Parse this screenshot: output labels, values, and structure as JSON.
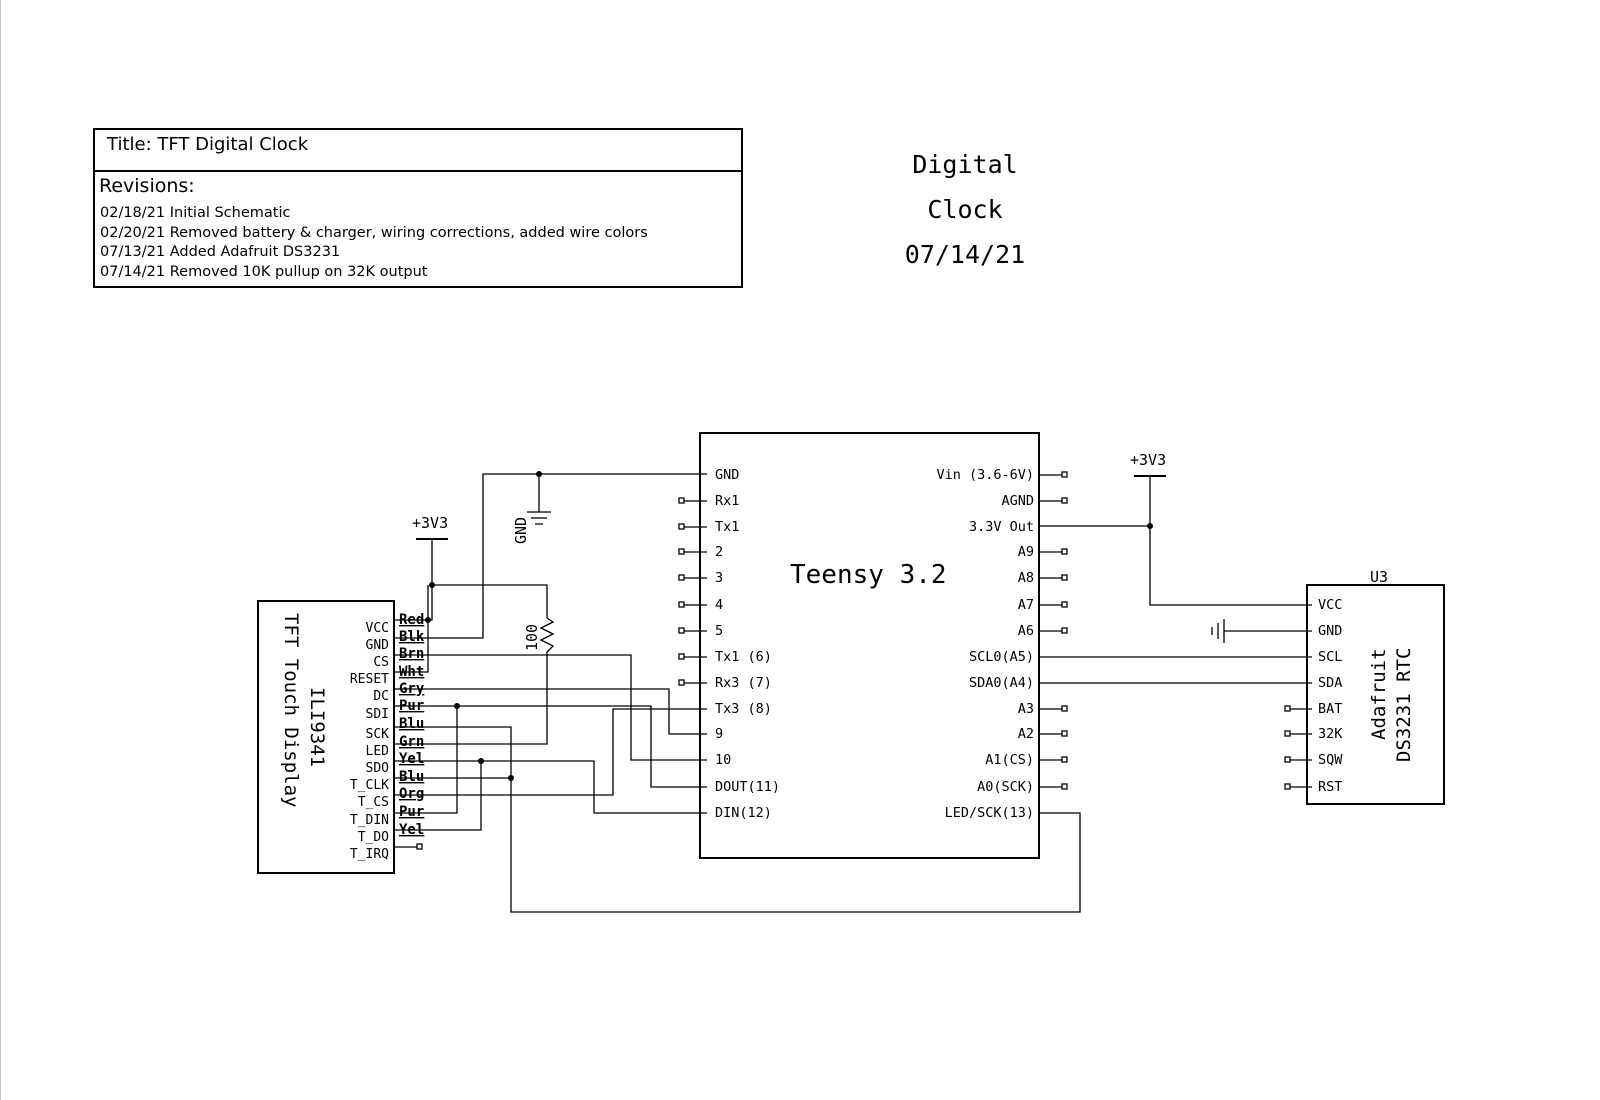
{
  "title_block": {
    "title": "Title: TFT Digital Clock",
    "revisions_label": "Revisions:",
    "revisions": [
      "02/18/21 Initial Schematic",
      "02/20/21 Removed battery & charger, wiring corrections, added wire colors",
      "07/13/21 Added Adafruit DS3231",
      "07/14/21 Removed 10K pullup on 32K output"
    ]
  },
  "sheet": {
    "name": "Digital Clock",
    "date": "07/14/21"
  },
  "teensy": {
    "name": "Teensy 3.2",
    "left_pins": [
      "GND",
      "Rx1",
      "Tx1",
      "2",
      "3",
      "4",
      "5",
      "Tx1 (6)",
      "Rx3 (7)",
      "Tx3 (8)",
      "9",
      "10",
      "DOUT(11)",
      "DIN(12)"
    ],
    "right_pins": [
      "Vin (3.6-6V)",
      "AGND",
      "3.3V Out",
      "A9",
      "A8",
      "A7",
      "A6",
      "SCL0(A5)",
      "SDA0(A4)",
      "A3",
      "A2",
      "A1(CS)",
      "A0(SCK)",
      "LED/SCK(13)"
    ]
  },
  "display": {
    "name_line1": "ILI9341",
    "name_line2": "TFT Touch Display",
    "pins": [
      "VCC",
      "GND",
      "CS",
      "RESET",
      "DC",
      "SDI",
      "SCK",
      "LED",
      "SDO",
      "T_CLK",
      "T_CS",
      "T_DIN",
      "T_DO",
      "T_IRQ"
    ],
    "wire_colors": [
      "Red",
      "Blk",
      "Brn",
      "Wht",
      "Gry",
      "Pur",
      "Blu",
      "Grn",
      "Yel",
      "Blu",
      "Org",
      "Pur",
      "Yel"
    ]
  },
  "rtc": {
    "ref": "U3",
    "name_line1": "Adafruit",
    "name_line2": "DS3231 RTC",
    "pins": [
      "VCC",
      "GND",
      "SCL",
      "SDA",
      "BAT",
      "32K",
      "SQW",
      "RST"
    ]
  },
  "power": {
    "display_supply": "+3V3",
    "rtc_supply": "+3V3",
    "ground": "GND"
  },
  "resistor": {
    "value": "100"
  }
}
